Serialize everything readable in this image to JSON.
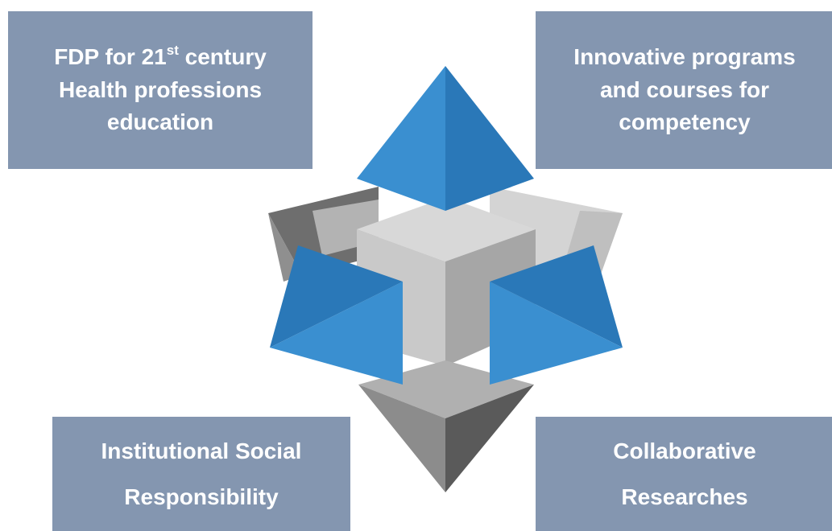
{
  "boxes": {
    "top_left": {
      "line1_prefix": "FDP for 21",
      "line1_sup": "st",
      "line1_suffix": " century",
      "line2": "Health professions",
      "line3": "education"
    },
    "top_right": {
      "line1": "Innovative programs",
      "line2": "and courses for",
      "line3": "competency"
    },
    "bottom_left": {
      "line1": "Institutional Social",
      "line2": "Responsibility"
    },
    "bottom_right": {
      "line1": "Collaborative",
      "line2": "Researches"
    }
  },
  "colors": {
    "box_fill": "#8496b0",
    "box_text": "#ffffff",
    "pyramid_blue_light": "#3a8fd0",
    "pyramid_blue_dark": "#2a78b8",
    "gray_light": "#d9d9d9",
    "gray_mid": "#a6a6a6",
    "gray_dark": "#5a5a5a"
  }
}
